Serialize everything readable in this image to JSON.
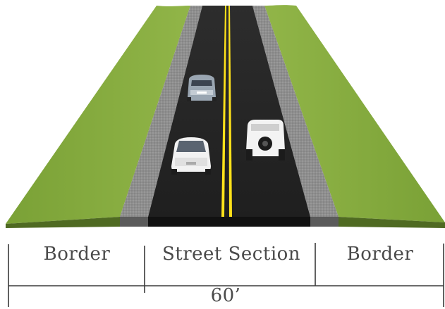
{
  "labels": {
    "border_left": "Border",
    "street_section": "Street Section",
    "border_right": "Border",
    "total_width": "60’"
  },
  "colors": {
    "grass": "#86ad3f",
    "grass_edge": "#4f6a22",
    "shoulder": "#8c8c8c",
    "asphalt": "#262626",
    "centerline": "#ffe21a",
    "dimension_line": "#3a3a3a"
  },
  "vehicles": [
    {
      "name": "sedan-far",
      "color": "silver-blue"
    },
    {
      "name": "sedan-near",
      "color": "white"
    },
    {
      "name": "jeep",
      "color": "white"
    }
  ]
}
